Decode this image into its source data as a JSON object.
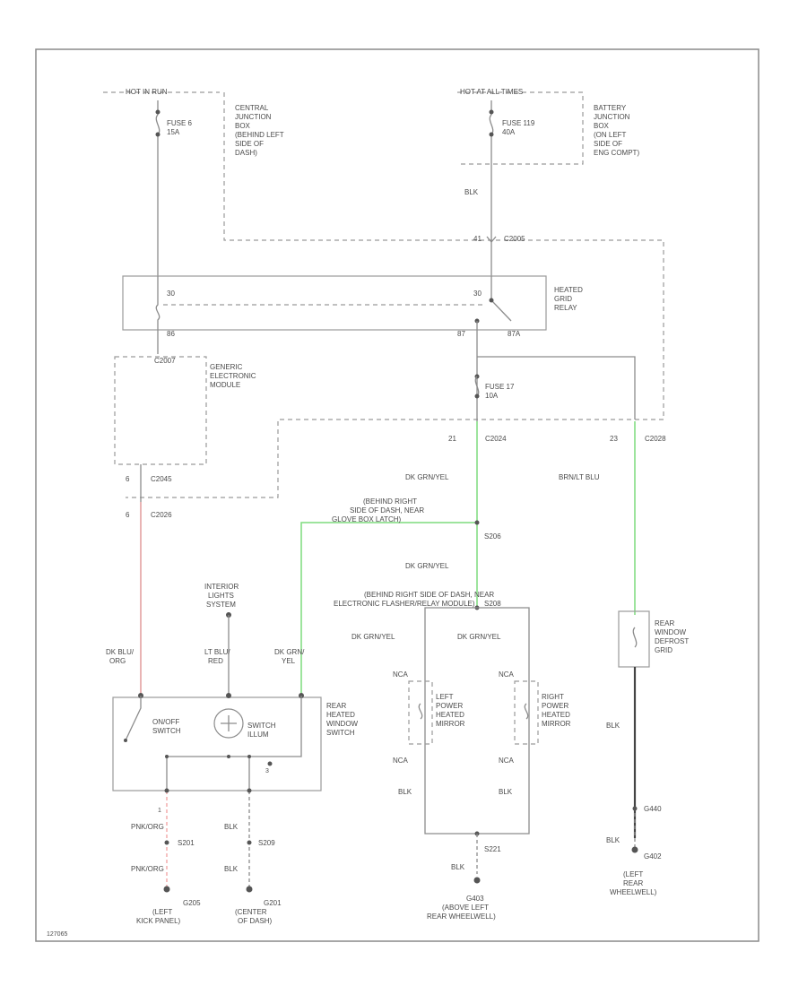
{
  "colors": {
    "wire_green": "#7ddc7d",
    "wire_pink": "#f0a0a0",
    "wire_gray": "#8c8c8c",
    "text": "#4a4a4a"
  },
  "sources": {
    "hot_run": "HOT IN RUN",
    "hot_all": "HOT AT ALL TIMES"
  },
  "fuses": {
    "fuse6": [
      "FUSE 6",
      "15A"
    ],
    "fuse119": [
      "FUSE 119",
      "40A"
    ],
    "fuse17": [
      "FUSE 17",
      "10A"
    ]
  },
  "blocks": {
    "cjb": [
      "CENTRAL",
      "JUNCTION",
      "BOX",
      "(BEHIND LEFT",
      "SIDE OF",
      "DASH)"
    ],
    "bjb": [
      "BATTERY",
      "JUNCTION",
      "BOX",
      "(ON LEFT",
      "SIDE OF",
      "ENG COMPT)"
    ],
    "relay": [
      "HEATED",
      "GRID",
      "RELAY"
    ],
    "gem": [
      "GENERIC",
      "ELECTRONIC",
      "MODULE"
    ],
    "switch": [
      "REAR",
      "HEATED",
      "WINDOW",
      "SWITCH"
    ],
    "defrost": [
      "REAR",
      "WINDOW",
      "DEFROST",
      "GRID"
    ],
    "left_mirror": [
      "LEFT",
      "POWER",
      "HEATED",
      "MIRROR"
    ],
    "right_mirror": [
      "RIGHT",
      "POWER",
      "HEATED",
      "MIRROR"
    ],
    "interior": [
      "INTERIOR",
      "LIGHTS",
      "SYSTEM"
    ]
  },
  "switch_labels": {
    "onoff": [
      "ON/OFF",
      "SWITCH"
    ],
    "illum": [
      "SWITCH",
      "ILLUM"
    ]
  },
  "connectors": {
    "c2005": "C2005",
    "c2007": "C2007",
    "c2024": "C2024",
    "c2028": "C2028",
    "c2045": "C2045",
    "c2026": "C2026",
    "pin41": "41",
    "pin30a": "30",
    "pin30b": "30",
    "pin86": "86",
    "pin87": "87",
    "pin87a": "87A",
    "pin21": "21",
    "pin23": "23",
    "pin6a": "6",
    "pin6b": "6",
    "pin1": "1",
    "pin3": "3"
  },
  "splices": {
    "s206": "S206",
    "s201": "S201",
    "s209": "S209",
    "s221": "S221",
    "s208": "S208",
    "s206_desc": [
      "(BEHIND RIGHT",
      "SIDE OF DASH, NEAR",
      "GLOVE BOX LATCH)"
    ],
    "s208_desc": [
      "(BEHIND RIGHT SIDE OF DASH, NEAR",
      "ELECTRONIC FLASHER/RELAY MODULE)"
    ]
  },
  "wires": {
    "blk_top": "BLK",
    "dk_grn_yel_1": "DK GRN/YEL",
    "dk_grn_yel_2": "DK GRN/YEL",
    "dk_grn_yel_left": "DK GRN/YEL",
    "dk_grn_yel_right": "DK GRN/YEL",
    "brn_lt_blu": "BRN/LT BLU",
    "dk_blu_org": [
      "DK BLU/",
      "ORG"
    ],
    "lt_blu_red": [
      "LT BLU/",
      "RED"
    ],
    "dk_grn_yel_sw": [
      "DK GRN/",
      "YEL"
    ],
    "blk_def": "BLK",
    "blk_mir_l": "BLK",
    "blk_mir_r": "BLK",
    "blk_s221": "BLK",
    "blk_g402": "BLK",
    "pnk_org_1": "PNK/ORG",
    "pnk_org_2": "PNK/ORG",
    "blk_sw1": "BLK",
    "blk_sw2": "BLK",
    "nca": "NCA"
  },
  "grounds": {
    "g205": [
      "G205",
      "(LEFT",
      "KICK PANEL)"
    ],
    "g201": [
      "G201",
      "(CENTER",
      "OF DASH)"
    ],
    "g403": [
      "G403",
      "(ABOVE LEFT",
      "REAR WHEELWELL)"
    ],
    "g402": [
      "G402",
      "(LEFT",
      "REAR",
      "WHEELWELL)"
    ],
    "g440": "G440"
  },
  "figure_id": "127065"
}
